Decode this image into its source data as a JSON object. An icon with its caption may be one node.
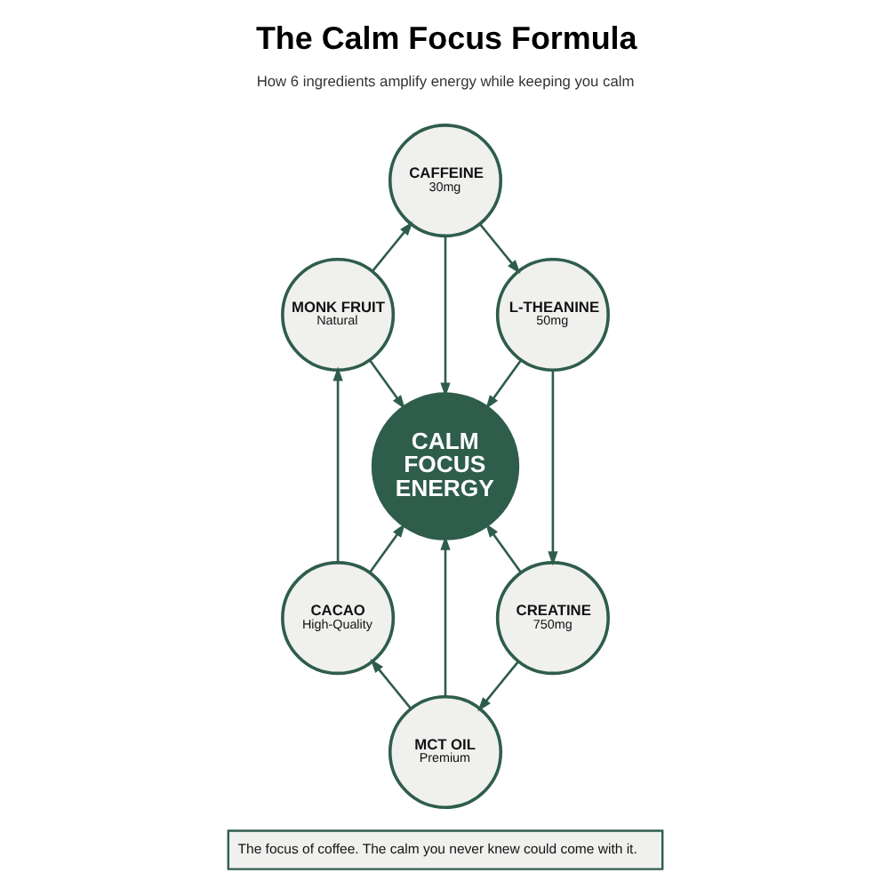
{
  "diagram": {
    "title": "The Calm Focus Formula",
    "nodes": [
      {
        "text": [
          "CAFFEINE",
          "30mg"
        ]
      },
      {
        "text": [
          "MONK FRUIT",
          "Natural"
        ]
      },
      {
        "text": [
          "L-THEANINE",
          "50mg"
        ]
      },
      {
        "text": [
          "CALM FOCUS ENERGY"
        ]
      },
      {
        "text": [
          "CACAO",
          "High-Quality"
        ]
      },
      {
        "text": [
          "CREATINE",
          "750mg"
        ]
      },
      {
        "text": [
          "MCT OIL",
          "Premium"
        ]
      },
      {
        "text": [
          "The focus of coffee. The calm you never knew could come with it."
        ]
      }
    ],
    "edges": [
      {
        "from": 0,
        "to": 2,
        "arrow": "to"
      },
      {
        "from": 2,
        "to": 5,
        "arrow": "to"
      },
      {
        "from": 5,
        "to": 6,
        "arrow": "to"
      },
      {
        "from": 6,
        "to": 4,
        "arrow": "to"
      },
      {
        "from": 4,
        "to": 1,
        "arrow": "to"
      },
      {
        "from": 1,
        "to": 0,
        "arrow": "to"
      },
      {
        "from": 0,
        "to": 3,
        "arrow": "to"
      },
      {
        "from": 1,
        "to": 3,
        "arrow": "to"
      },
      {
        "from": 2,
        "to": 3,
        "arrow": "to"
      },
      {
        "from": 4,
        "to": 3,
        "arrow": "to"
      },
      {
        "from": 5,
        "to": 3,
        "arrow": "to"
      },
      {
        "from": 6,
        "to": 3,
        "arrow": "to"
      }
    ],
    "labels": [
      "How 6 ingredients amplify energy while keeping you calm"
    ]
  }
}
